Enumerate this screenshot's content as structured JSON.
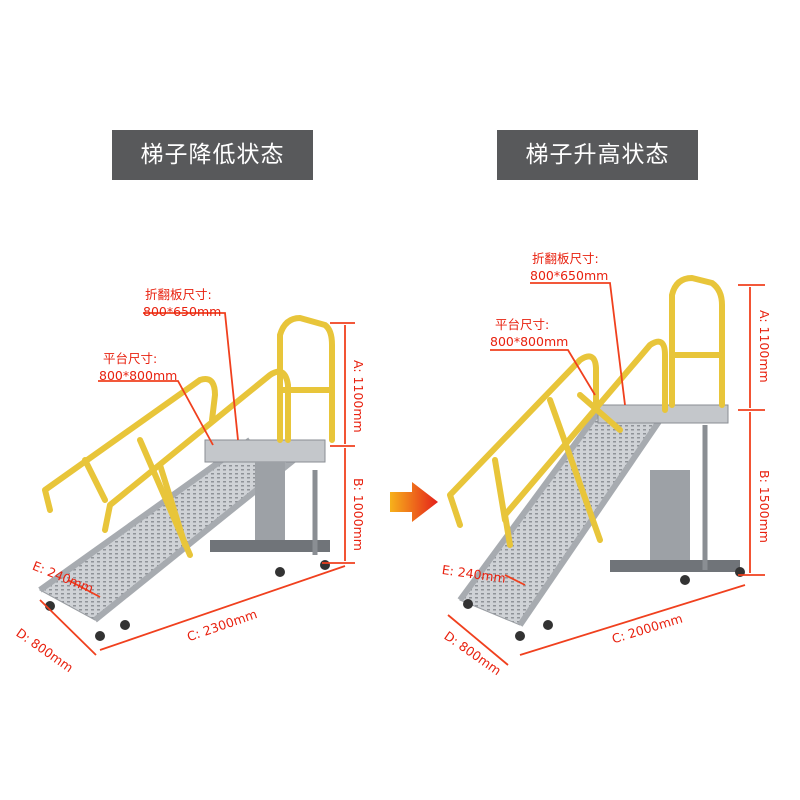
{
  "left": {
    "title": "梯子降低状态",
    "flap_label": "折翻板尺寸:",
    "flap_size": "800*650mm",
    "platform_label": "平台尺寸:",
    "platform_size": "800*800mm",
    "dim_a": "A: 1100mm",
    "dim_b": "B: 1000mm",
    "dim_c": "C: 2300mm",
    "dim_d": "D: 800mm",
    "dim_e": "E: 240mm"
  },
  "right": {
    "title": "梯子升高状态",
    "flap_label": "折翻板尺寸:",
    "flap_size": "800*650mm",
    "platform_label": "平台尺寸:",
    "platform_size": "800*800mm",
    "dim_a": "A: 1100mm",
    "dim_b": "B: 1500mm",
    "dim_c": "C: 2000mm",
    "dim_d": "D: 800mm",
    "dim_e": "E: 240mm"
  },
  "colors": {
    "title_bg": "#58595b",
    "annotation": "#e8210f",
    "handrail": "#e8c53a",
    "aluminum": "#b9bcc0",
    "arrow": "#e4201b"
  }
}
